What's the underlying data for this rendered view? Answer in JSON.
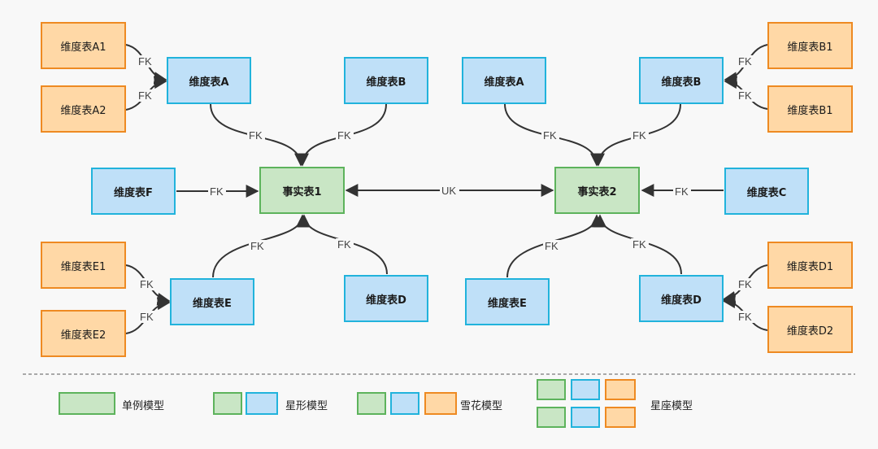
{
  "nodes": {
    "left_A1": "维度表A1",
    "left_A2": "维度表A2",
    "left_A": "维度表A",
    "left_B": "维度表B",
    "left_F": "维度表F",
    "left_fact": "事实表1",
    "left_E1": "维度表E1",
    "left_E2": "维度表E2",
    "left_E": "维度表E",
    "left_D": "维度表D",
    "right_A": "维度表A",
    "right_B": "维度表B",
    "right_B1a": "维度表B1",
    "right_B1b": "维度表B1",
    "right_fact": "事实表2",
    "right_C": "维度表C",
    "right_E": "维度表E",
    "right_D": "维度表D",
    "right_D1": "维度表D1",
    "right_D2": "维度表D2"
  },
  "edge_labels": {
    "fk": "FK",
    "uk": "UK"
  },
  "legend": {
    "single": "单例模型",
    "star": "星形模型",
    "snowflake": "雪花模型",
    "constellation": "星座模型"
  },
  "colors": {
    "fact_fill": "#c9e6c5",
    "fact_border": "#5db35c",
    "dim_fill": "#bfe0f8",
    "dim_border": "#21b3dc",
    "sub_fill": "#ffd8a6",
    "sub_border": "#ee8a22"
  }
}
